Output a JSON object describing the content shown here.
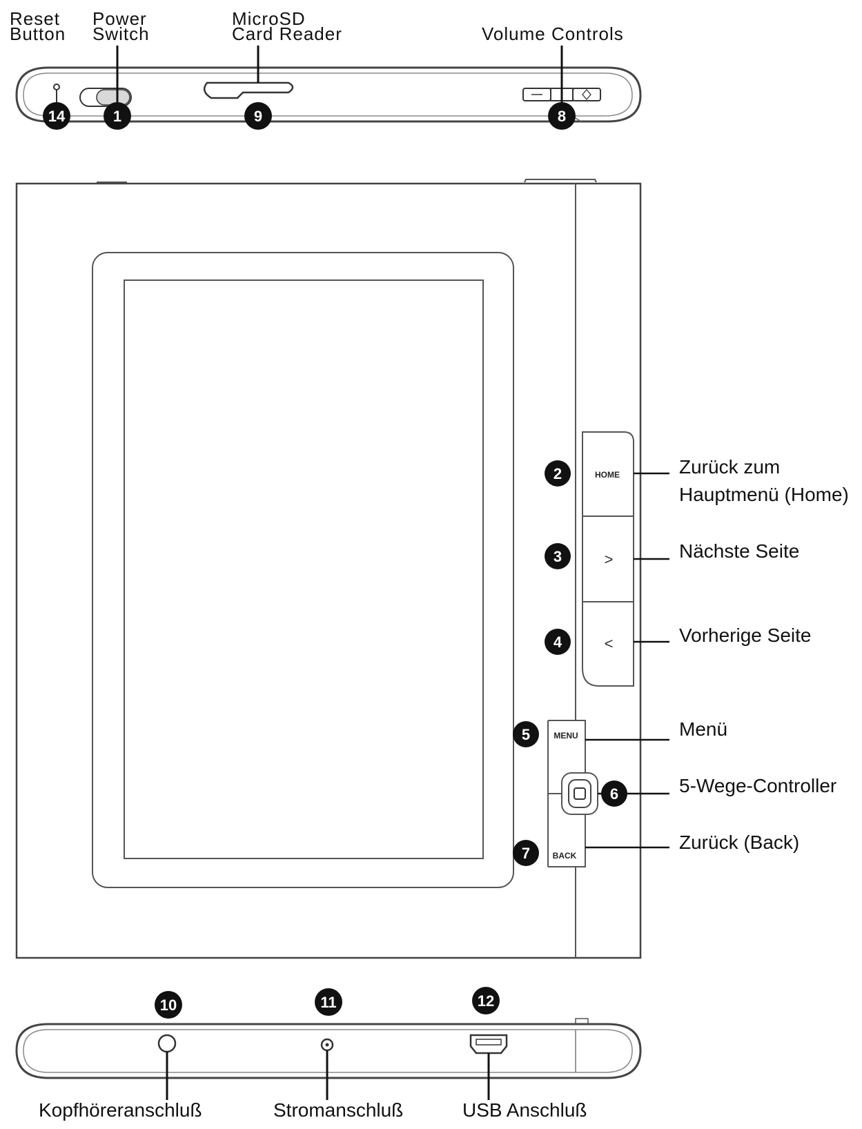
{
  "top_labels": {
    "reset_line1": "Reset",
    "reset_line2": "Button",
    "power_line1": "Power",
    "power_line2": "Switch",
    "microsd_line1": "MicroSD",
    "microsd_line2": "Card Reader",
    "volume": "Volume Controls"
  },
  "badges": {
    "reset": "14",
    "power": "1",
    "microsd": "9",
    "volume": "8",
    "home": "2",
    "next": "3",
    "prev": "4",
    "menu": "5",
    "controller": "6",
    "back": "7",
    "headphone": "10",
    "power_jack": "11",
    "usb": "12"
  },
  "side_buttons": {
    "home": "HOME",
    "next": ">",
    "prev": "<",
    "menu": "MENU",
    "back": "BACK"
  },
  "side_labels": {
    "home_line1": "Zurück zum",
    "home_line2": "Hauptmenü (Home)",
    "next": "Nächste  Seite",
    "prev": "Vorherige Seite",
    "menu": "Menü",
    "controller": "5-Wege-Controller",
    "back": "Zurück  (Back)"
  },
  "bottom_labels": {
    "headphone": "Kopfhöreranschluß",
    "power_jack": "Stromanschluß",
    "usb": "USB  Anschluß"
  }
}
